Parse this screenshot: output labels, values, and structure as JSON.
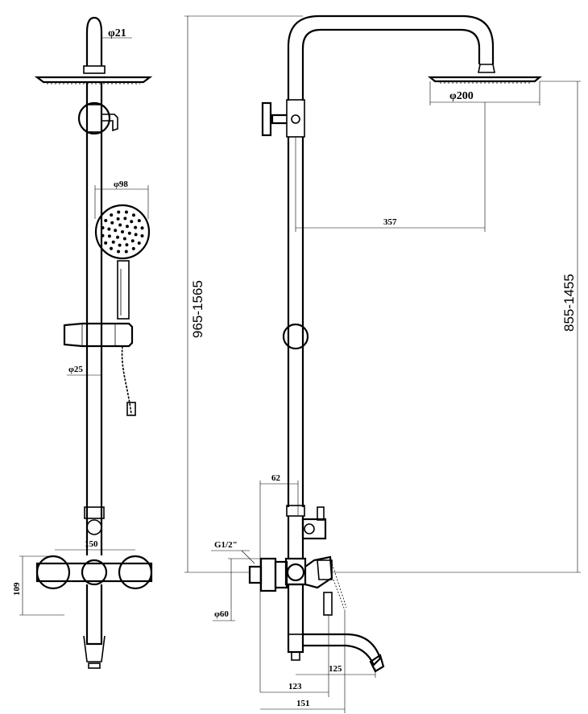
{
  "dimensions": {
    "d21": "φ21",
    "d98": "φ98",
    "d25": "φ25",
    "d200": "φ200",
    "w150": "150",
    "h109": "109",
    "span357": "357",
    "h965_1565": "965-1565",
    "h855_1455": "855-1455",
    "w62": "62",
    "thread": "G1/2\"",
    "d60": "φ60",
    "w125": "125",
    "w123": "123",
    "w151": "151"
  }
}
